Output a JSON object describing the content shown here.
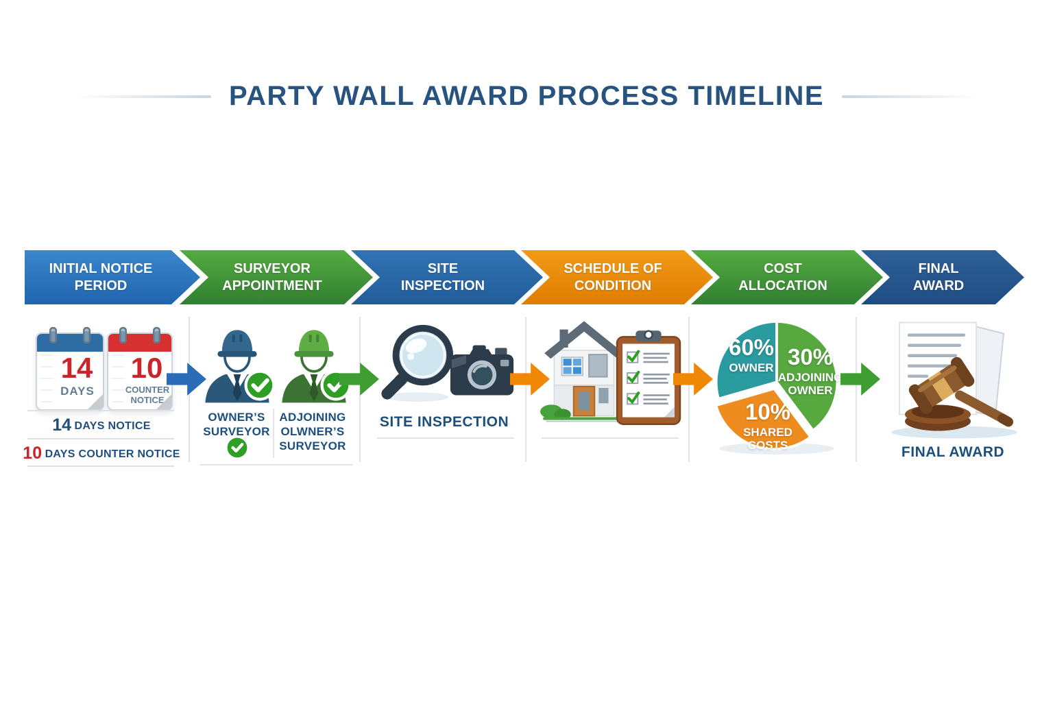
{
  "title": "PARTY WALL AWARD PROCESS TIMELINE",
  "colors": {
    "stage_blue": "#2f7ac2",
    "stage_green": "#46a135",
    "stage_mid_blue": "#2b6aab",
    "stage_orange": "#ef8b0b",
    "stage_navy": "#28598f",
    "text_navy": "#1d4f7c",
    "accent_red": "#cc2127",
    "arrow_colors": [
      "#2b6cb8",
      "#3f9e31",
      "#f08705",
      "#f08705",
      "#3fa433"
    ]
  },
  "stages": [
    {
      "line1": "INITIAL NOTICE",
      "line2": "PERIOD"
    },
    {
      "line1": "SURVEYOR",
      "line2": "APPOINTMENT"
    },
    {
      "line1": "SITE",
      "line2": "INSPECTION"
    },
    {
      "line1": "SCHEDULE OF",
      "line2": "CONDITION"
    },
    {
      "line1": "COST",
      "line2": "ALLOCATION"
    },
    {
      "line1": "FINAL",
      "line2": "AWARD"
    }
  ],
  "notice": {
    "calendar1": {
      "number": "14",
      "label": "DAYS"
    },
    "calendar2": {
      "number": "10",
      "label": "COUNTER NOTICE"
    },
    "row1_number": "14",
    "row1_text": "DAYS NOTICE",
    "row2_number": "10",
    "row2_text": "DAYS COUNTER NOTICE"
  },
  "surveyors": {
    "owner": "OWNER’S SURVEYOR",
    "adjoining": "ADJOINING OLWNER’S SURVEYOR"
  },
  "inspection": {
    "caption": "SITE INSPECTION"
  },
  "award": {
    "caption": "FINAL AWARD"
  },
  "chart_data": {
    "type": "pie",
    "title": "COST ALLOCATION",
    "slices": [
      {
        "label": "OWNER",
        "value": 60,
        "display": "60%",
        "color": "#2a9b9f"
      },
      {
        "label": "ADJOINING OWNER",
        "value": 30,
        "display": "30%",
        "color": "#57a93f"
      },
      {
        "label": "SHARED COSTS",
        "value": 10,
        "display": "10%",
        "color": "#ee8c1f"
      }
    ]
  }
}
